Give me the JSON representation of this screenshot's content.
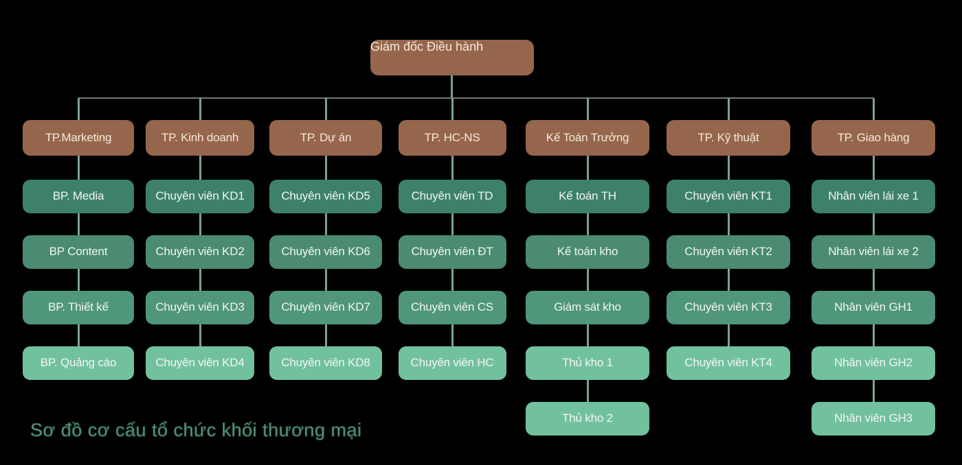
{
  "caption": {
    "text": "Sơ đồ cơ cấu tổ chức khối thương mại"
  },
  "root": {
    "label": "Giám đốc Điều hành"
  },
  "colors": {
    "background": "#000000",
    "head": "#96664c",
    "head_text": "#f5e9d8",
    "level_colors": [
      "#3d8168",
      "#4a8b71",
      "#50967b",
      "#72c19e"
    ],
    "connector": "#7aa392",
    "bus": "#717d77",
    "caption": "#5ea08a",
    "caption_stroke": "#2e5c4a"
  },
  "departments": [
    {
      "label": "TP.Marketing",
      "children": [
        "BP. Media",
        "BP Content",
        "BP. Thiết kế",
        "BP. Quảng cáo"
      ]
    },
    {
      "label": "TP. Kinh doanh",
      "children": [
        "Chuyên viên KD1",
        "Chuyên viên KD2",
        "Chuyên viên KD3",
        "Chuyên viên KD4"
      ]
    },
    {
      "label": "TP. Dự án",
      "children": [
        "Chuyên viên KD5",
        "Chuyên viên KD6",
        "Chuyên viên KD7",
        "Chuyên viên KD8"
      ]
    },
    {
      "label": "TP. HC-NS",
      "children": [
        "Chuyên viên TD",
        "Chuyên viên ĐT",
        "Chuyên viên CS",
        "Chuyên viên HC"
      ]
    },
    {
      "label": "Kế Toán Trưởng",
      "children": [
        "Kế toán TH",
        "Kế toán kho",
        "Giám sát kho",
        "Thủ kho 1",
        "Thủ kho 2"
      ]
    },
    {
      "label": "TP. Kỹ thuật",
      "children": [
        "Chuyên viên KT1",
        "Chuyên viên KT2",
        "Chuyên viên KT3",
        "Chuyên viên KT4"
      ]
    },
    {
      "label": "TP. Giao hàng",
      "children": [
        "Nhân viên lái xe 1",
        "Nhân viên lái xe 2",
        "Nhân viên GH1",
        "Nhân viên GH2",
        "Nhân viên GH3"
      ]
    }
  ]
}
